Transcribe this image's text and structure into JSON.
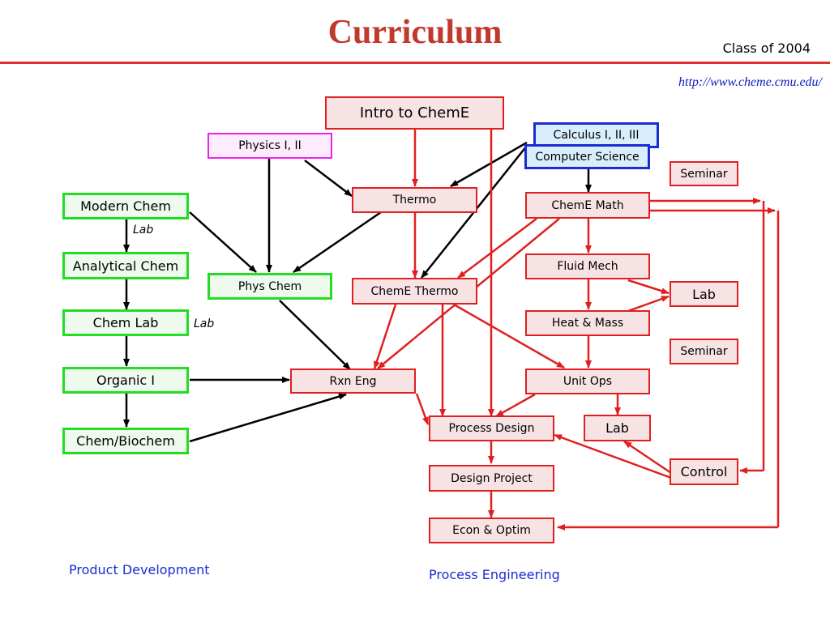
{
  "header": {
    "title": "Curriculum",
    "class_year": "Class of 2004",
    "url": "http://www.cheme.cmu.edu/"
  },
  "colors": {
    "title": "#c0392b",
    "red_arrow": "#e02020",
    "black_arrow": "#000000",
    "red_box_border": "#e02020",
    "green_box_border": "#22dd22",
    "pink_box_border": "#ee22ee",
    "blue_box_border": "#1a2cd0",
    "footer_text": "#1a2cd0"
  },
  "courses": {
    "intro_cheme": "Intro to ChemE",
    "calculus": "Calculus I, II, III",
    "computer_science": "Computer Science",
    "physics": "Physics I, II",
    "seminar_top": "Seminar",
    "modern_chem": "Modern Chem",
    "thermo": "Thermo",
    "cheme_math": "ChemE Math",
    "analytical_chem": "Analytical Chem",
    "phys_chem": "Phys Chem",
    "cheme_thermo": "ChemE Thermo",
    "fluid_mech": "Fluid Mech",
    "lab_fluids": "Lab",
    "chem_lab": "Chem Lab",
    "heat_mass": "Heat & Mass",
    "seminar_mid": "Seminar",
    "organic": "Organic I",
    "rxn_eng": "Rxn Eng",
    "unit_ops": "Unit Ops",
    "process_design": "Process Design",
    "lab_unit_ops": "Lab",
    "chem_biochem": "Chem/Biochem",
    "control": "Control",
    "design_project": "Design Project",
    "econ_optim": "Econ & Optim"
  },
  "annotations": {
    "lab_modern": "Lab",
    "lab_chem": "Lab"
  },
  "footer": {
    "product_development": "Product Development",
    "process_engineering": "Process Engineering"
  }
}
